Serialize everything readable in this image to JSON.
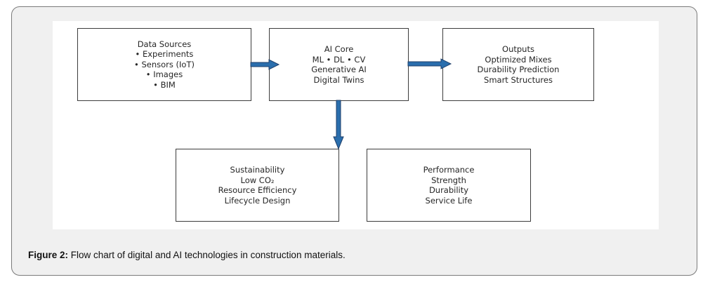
{
  "figure": {
    "caption_label": "Figure 2:",
    "caption_text": " Flow chart of digital and AI technologies in construction materials.",
    "arrow_color": "#2a6ead",
    "arrow_edge_color": "#1f3f6a",
    "nodes": [
      {
        "id": "data-sources",
        "lines": [
          "Data Sources",
          "• Experiments",
          "• Sensors (IoT)",
          "• Images",
          "• BIM"
        ]
      },
      {
        "id": "ai-core",
        "lines": [
          "AI Core",
          "ML • DL • CV",
          "Generative AI",
          "Digital Twins"
        ]
      },
      {
        "id": "outputs",
        "lines": [
          "Outputs",
          "Optimized Mixes",
          "Durability Prediction",
          "Smart Structures"
        ]
      },
      {
        "id": "sustainability",
        "lines": [
          "Sustainability",
          "Low CO₂",
          "Resource Efficiency",
          "Lifecycle Design"
        ]
      },
      {
        "id": "performance",
        "lines": [
          "Performance",
          "Strength",
          "Durability",
          "Service Life"
        ]
      }
    ],
    "edges": [
      {
        "from": "data-sources",
        "to": "ai-core"
      },
      {
        "from": "ai-core",
        "to": "outputs"
      },
      {
        "from": "ai-core",
        "to": "sustainability"
      }
    ]
  }
}
